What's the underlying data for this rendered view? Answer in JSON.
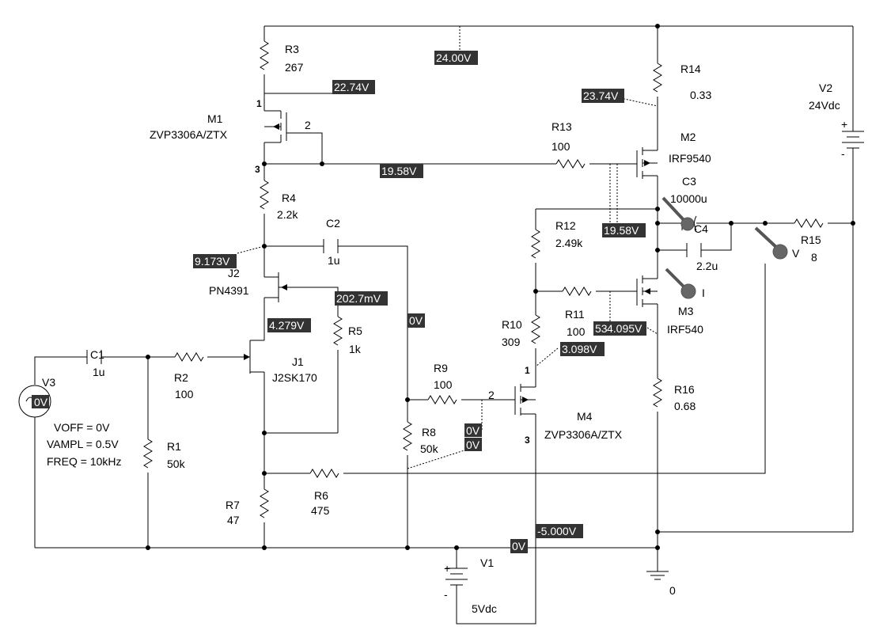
{
  "components": {
    "R3": {
      "name": "R3",
      "value": "267"
    },
    "R14": {
      "name": "R14",
      "value": "0.33"
    },
    "V2": {
      "name": "V2",
      "value": "24Vdc"
    },
    "M1": {
      "name": "M1",
      "value": "ZVP3306A/ZTX"
    },
    "M2": {
      "name": "M2",
      "value": "IRF9540"
    },
    "R13": {
      "name": "R13",
      "value": "100"
    },
    "C3": {
      "name": "C3",
      "value": "10000u"
    },
    "R4": {
      "name": "R4",
      "value": "2.2k"
    },
    "C2": {
      "name": "C2",
      "value": "1u"
    },
    "C4": {
      "name": "C4",
      "value": "2.2u"
    },
    "R12": {
      "name": "R12",
      "value": "2.49k"
    },
    "R15": {
      "name": "R15",
      "value": "8"
    },
    "J2": {
      "name": "J2",
      "value": "PN4391"
    },
    "R11": {
      "name": "R11",
      "value": "100"
    },
    "M3": {
      "name": "M3",
      "value": "IRF540"
    },
    "R10": {
      "name": "R10",
      "value": "309"
    },
    "R5": {
      "name": "R5",
      "value": "1k"
    },
    "J1": {
      "name": "J1",
      "value": "J2SK170"
    },
    "C1": {
      "name": "C1",
      "value": "1u"
    },
    "R2": {
      "name": "R2",
      "value": "100"
    },
    "V3": {
      "name": "V3",
      "value": "0V"
    },
    "R9": {
      "name": "R9",
      "value": "100"
    },
    "R16": {
      "name": "R16",
      "value": "0.68"
    },
    "M4": {
      "name": "M4",
      "value": "ZVP3306A/ZTX"
    },
    "R8": {
      "name": "R8",
      "value": "50k"
    },
    "R1": {
      "name": "R1",
      "value": "50k"
    },
    "R6": {
      "name": "R6",
      "value": "475"
    },
    "R7": {
      "name": "R7",
      "value": "47"
    },
    "V1": {
      "name": "V1",
      "value": "5Vdc"
    }
  },
  "source_params": {
    "voff": "VOFF = 0V",
    "vampl": "VAMPL = 0.5V",
    "freq": "FREQ = 10kHz"
  },
  "voltages": {
    "v24": "24.00V",
    "v2274": "22.74V",
    "v2374": "23.74V",
    "v1958a": "19.58V",
    "v1958b": "19.58V",
    "v9173": "9.173V",
    "v2027": "202.7mV",
    "v4279": "4.279V",
    "v0a": "0V",
    "v4095": "4.095V",
    "v3098": "3.098V",
    "v0b": "0V",
    "v0c": "0V",
    "vm5": "-5.000V",
    "v0d": "0V"
  },
  "pins": {
    "m1_p1": "1",
    "m1_p2": "2",
    "m1_p3": "3",
    "m4_p1": "1",
    "m4_p2": "2",
    "m4_p3": "3"
  },
  "misc": {
    "ground": "0",
    "probe_v": "V",
    "probe_i": "I",
    "frag53": "53",
    "plus": "+",
    "minus": "-"
  }
}
